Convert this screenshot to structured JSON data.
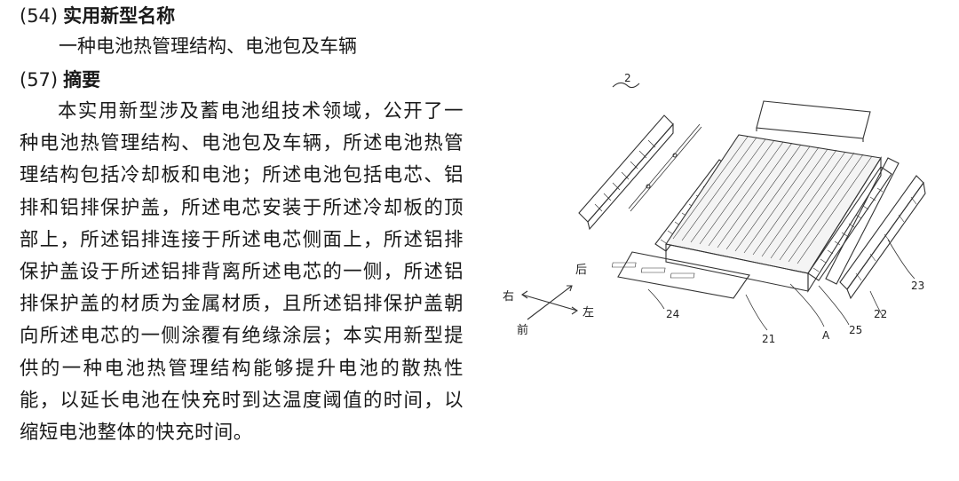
{
  "section54": {
    "code": "(54)",
    "label": "实用新型名称"
  },
  "title": "一种电池热管理结构、电池包及车辆",
  "section57": {
    "code": "(57)",
    "label": "摘要"
  },
  "abstract": "本实用新型涉及蓄电池组技术领域，公开了一种电池热管理结构、电池包及车辆，所述电池热管理结构包括冷却板和电池；所述电池包括电芯、铝排和铝排保护盖，所述电芯安装于所述冷却板的顶部上，所述铝排连接于所述电芯侧面上，所述铝排保护盖设于所述铝排背离所述电芯的一侧，所述铝排保护盖的材质为金属材质，且所述铝排保护盖朝向所述电芯的一侧涂覆有绝缘涂层；本实用新型提供的一种电池热管理结构能够提升电池的散热性能，以延长电池在快充时到达温度阈值的时间，以缩短电池整体的快充时间。",
  "figure": {
    "ref_main": "2",
    "directions": {
      "back": "后",
      "right": "右",
      "left": "左",
      "front": "前"
    },
    "callouts": {
      "c24": "24",
      "c21": "21",
      "cA": "A",
      "c25": "25",
      "c22": "22",
      "c23": "23"
    }
  }
}
